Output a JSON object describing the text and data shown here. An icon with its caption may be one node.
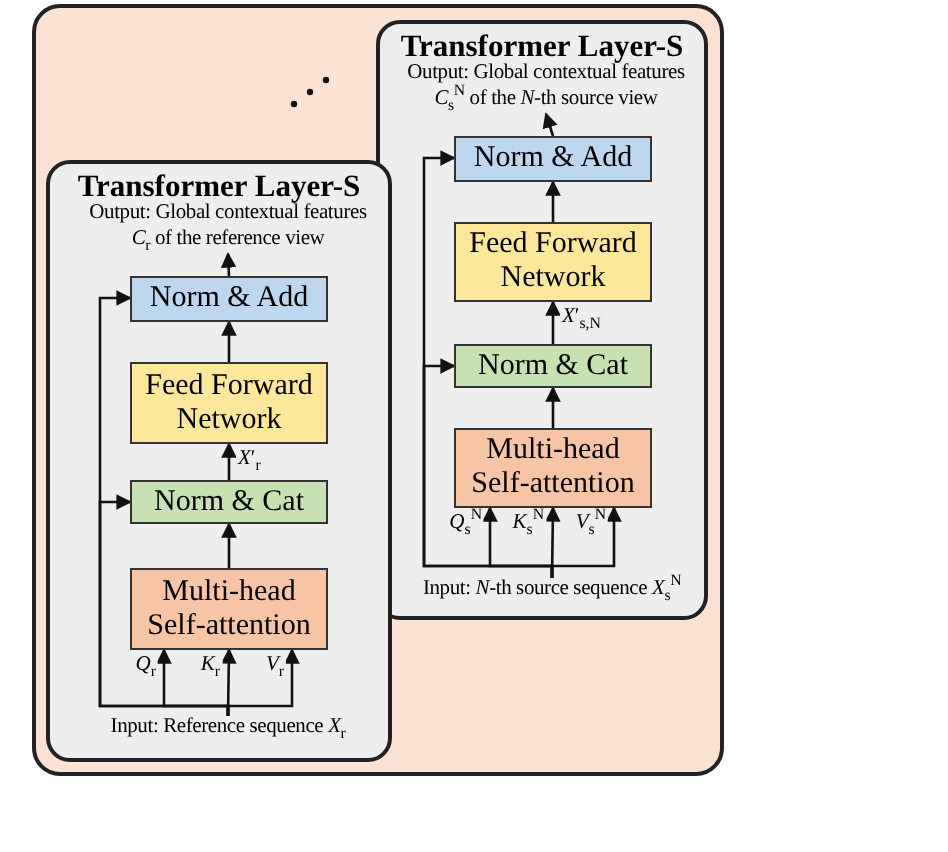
{
  "diagram": {
    "nodes": [
      {
        "text": [],
        "shape": "box"
      },
      {
        "text": [
          "Transformer Layer-S"
        ],
        "in": 0
      },
      {
        "text": [
          "Output: Global contextual features *C*$_{s}$$^{N}$ of the *N*-th source view"
        ],
        "in": 1
      },
      {
        "text": [
          "Norm & Add"
        ],
        "in": 1
      },
      {
        "text": [
          "Feed Forward Network"
        ],
        "in": 1
      },
      {
        "text": [
          "Norm & Cat"
        ],
        "in": 1
      },
      {
        "text": [
          "Multi-head Self-attention"
        ],
        "in": 1
      },
      {
        "text": [
          "Input: *N*-th source sequence *X*$_{s}$$^{N}$"
        ],
        "in": 1
      },
      {
        "text": [
          "Transformer Layer-S"
        ],
        "in": 0
      },
      {
        "text": [
          "Output: Global contextual features *C*$_{r}$ of the reference view"
        ],
        "in": 8
      },
      {
        "text": [
          "Norm & Add"
        ],
        "in": 8
      },
      {
        "text": [
          "Feed Forward Network"
        ],
        "in": 8
      },
      {
        "text": [
          "Norm & Cat"
        ],
        "in": 8
      },
      {
        "text": [
          "Multi-head Self-attention"
        ],
        "in": 8
      },
      {
        "text": [
          "Input: Reference sequence *X*$_{r}$"
        ],
        "in": 8
      }
    ],
    "edges": [
      {
        "from": 7,
        "to": 6,
        "arrow": "to",
        "label": "*Q*$_{s}$$^{N}$"
      },
      {
        "from": 7,
        "to": 6,
        "arrow": "to",
        "label": "*K*$_{s}$$^{N}$"
      },
      {
        "from": 7,
        "to": 6,
        "arrow": "to",
        "label": "*V*$_{s}$$^{N}$"
      },
      {
        "from": 7,
        "to": 5,
        "arrow": "to"
      },
      {
        "from": 7,
        "to": 3,
        "arrow": "to"
      },
      {
        "from": 6,
        "to": 5,
        "arrow": "to"
      },
      {
        "from": 5,
        "to": 4,
        "arrow": "to",
        "label": "*X*′$_{s,N}$"
      },
      {
        "from": 4,
        "to": 3,
        "arrow": "to"
      },
      {
        "from": 3,
        "to": 2,
        "arrow": "to"
      },
      {
        "from": 14,
        "to": 13,
        "arrow": "to",
        "label": "*Q*$_{r}$"
      },
      {
        "from": 14,
        "to": 13,
        "arrow": "to",
        "label": "*K*$_{r}$"
      },
      {
        "from": 14,
        "to": 13,
        "arrow": "to",
        "label": "*V*$_{r}$"
      },
      {
        "from": 14,
        "to": 12,
        "arrow": "to"
      },
      {
        "from": 14,
        "to": 10,
        "arrow": "to"
      },
      {
        "from": 13,
        "to": 12,
        "arrow": "to"
      },
      {
        "from": 12,
        "to": 11,
        "arrow": "to",
        "label": "*X*′$_{r}$"
      },
      {
        "from": 11,
        "to": 10,
        "arrow": "to"
      },
      {
        "from": 10,
        "to": 9,
        "arrow": "to"
      }
    ]
  }
}
